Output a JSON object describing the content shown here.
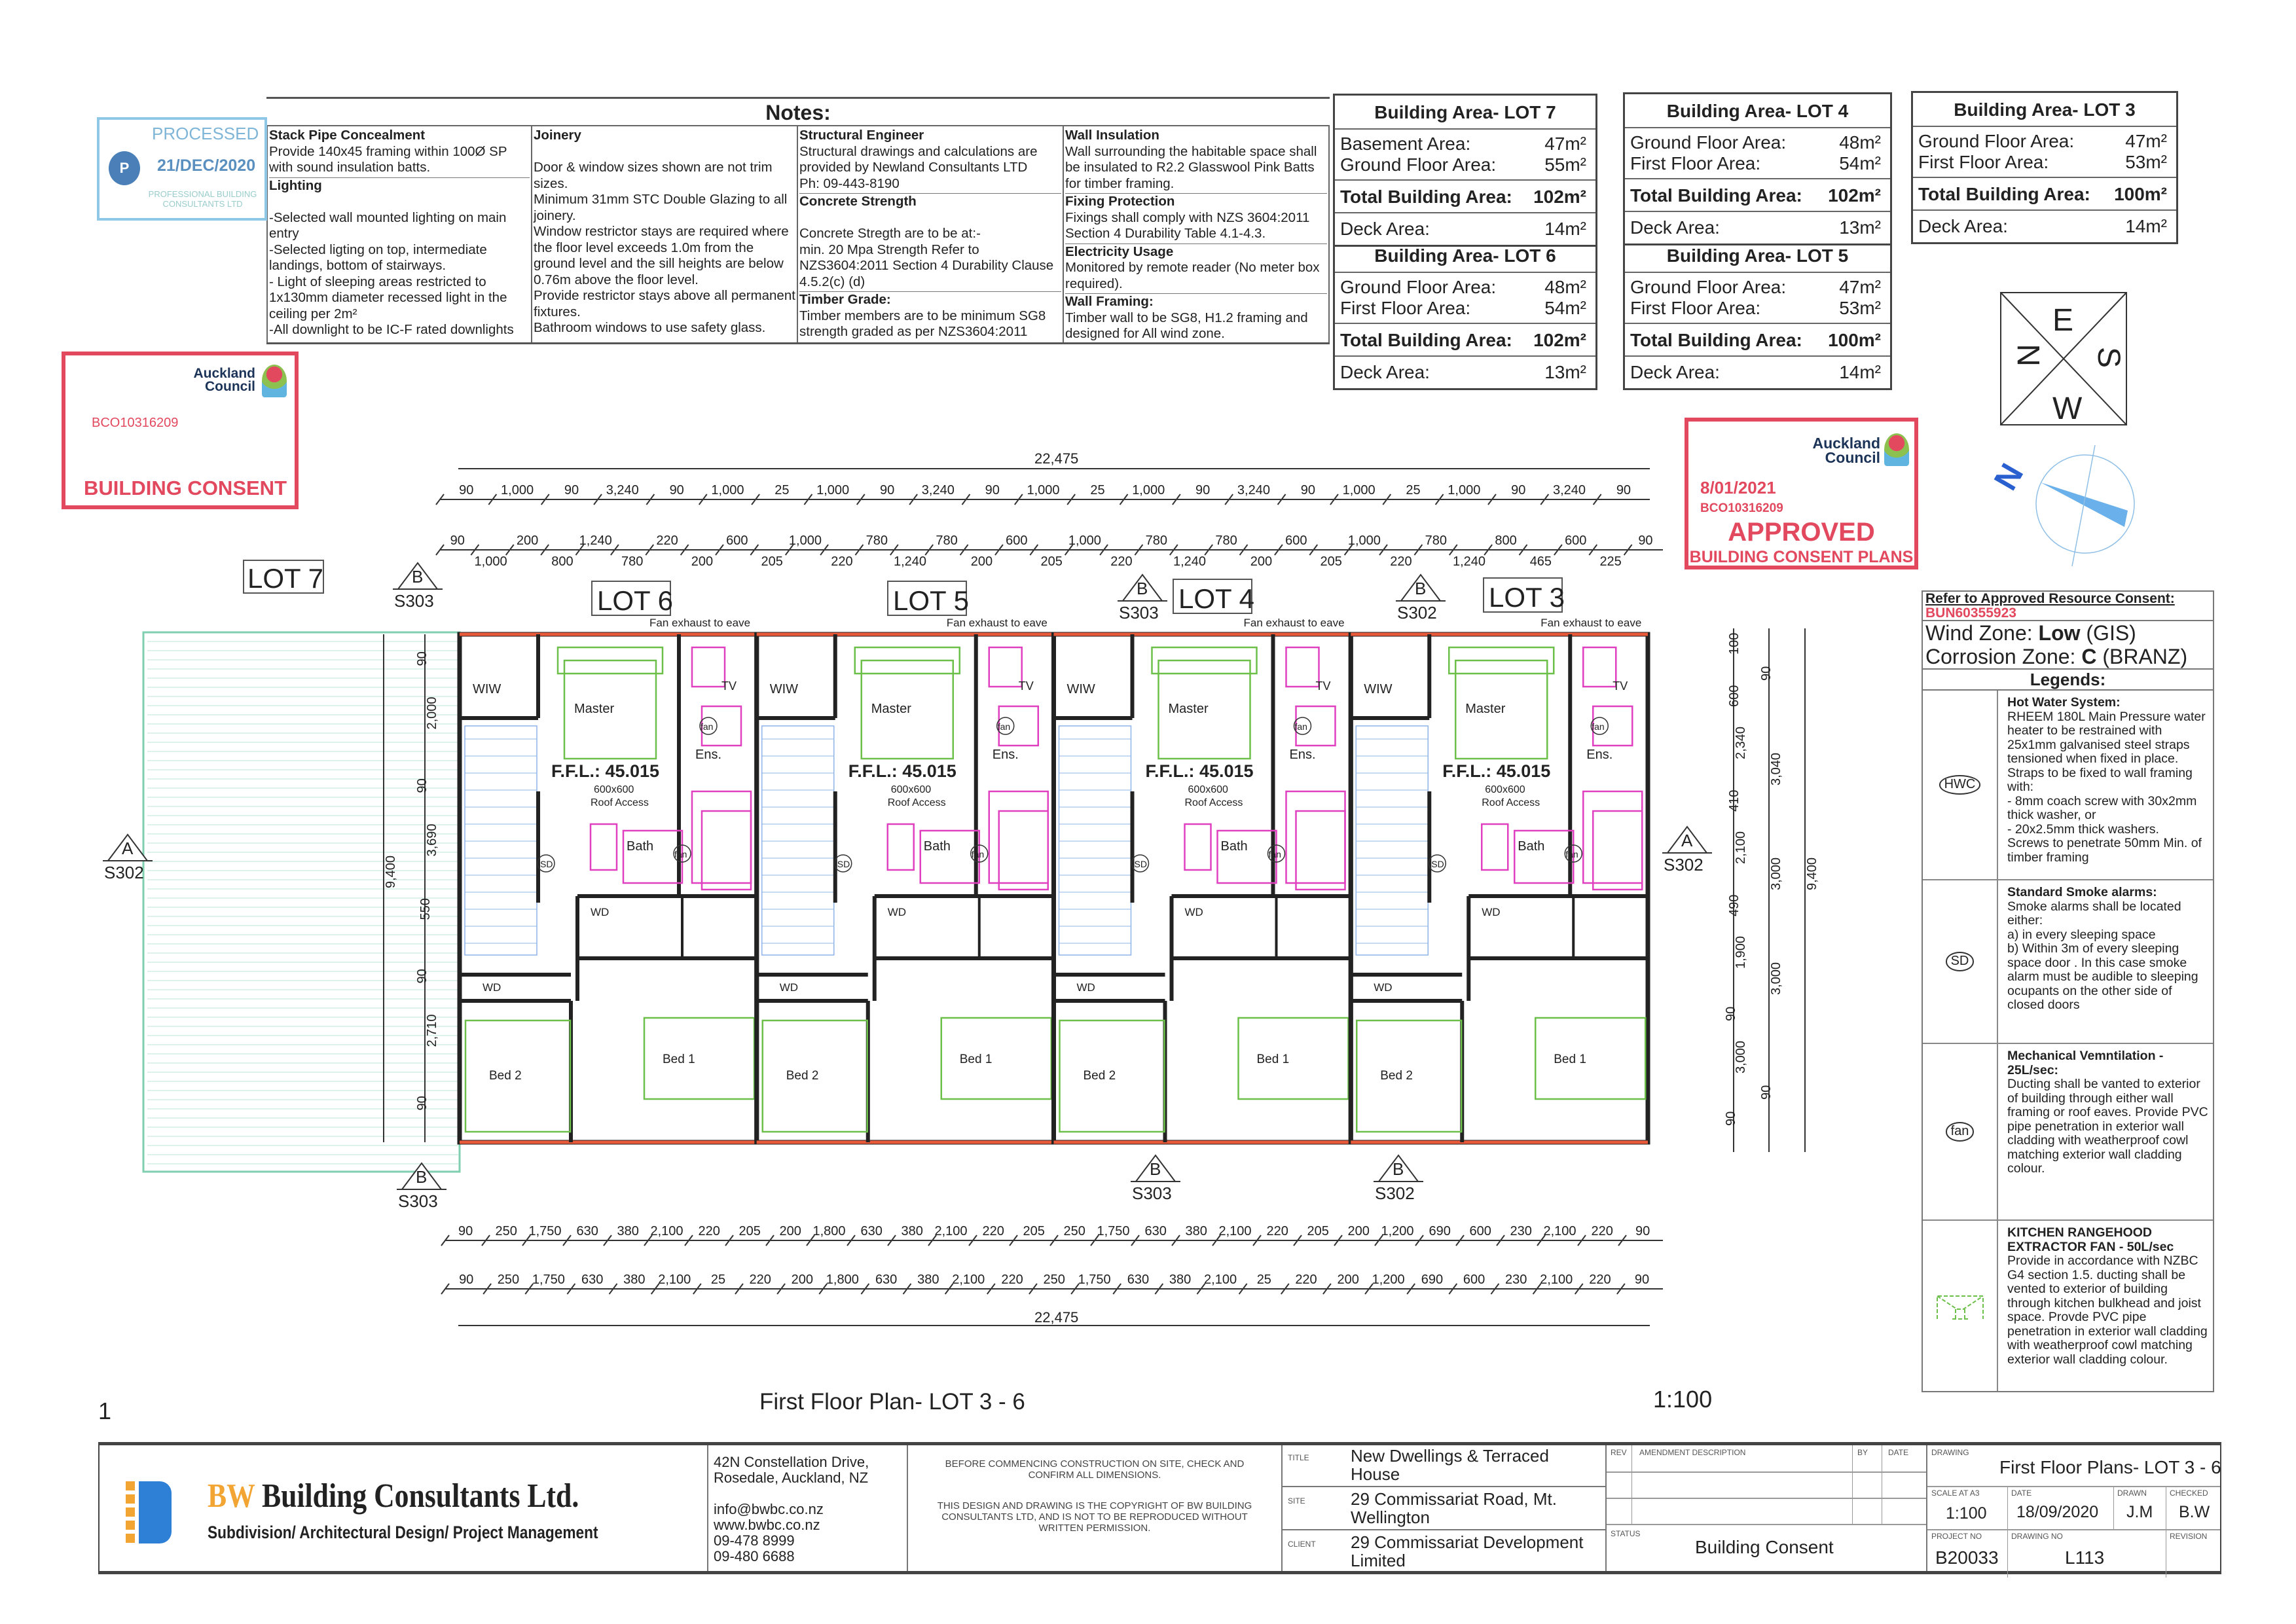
{
  "notes": {
    "title": "Notes:",
    "columns": [
      [
        {
          "heading": "Stack Pipe Concealment",
          "lines": [
            "Provide 140x45 framing within 100Ø SP with sound insulation batts."
          ]
        },
        {
          "heading": "Lighting",
          "lines": [
            "",
            "-Selected wall mounted lighting on main entry",
            "-Selected ligting on top, intermediate landings, bottom of stairways.",
            "- Light of sleeping areas restricted to 1x130mm diameter recessed light in the ceiling per 2m²",
            "-All downlight to be IC-F rated downlights"
          ]
        }
      ],
      [
        {
          "heading": "Joinery",
          "lines": [
            "",
            "Door & window sizes shown are not trim sizes.",
            "Minimum 31mm STC Double Glazing to all joinery.",
            "Window restrictor stays are required where the floor level exceeds 1.0m from the ground level and the sill heights are below 0.76m above the floor level.",
            "Provide restrictor stays above all permanent fixtures.",
            "Bathroom windows to use safety glass."
          ]
        }
      ],
      [
        {
          "heading": "Structural Engineer",
          "lines": [
            "Structural drawings and calculations are provided by Newland Consultants LTD",
            "Ph: 09-443-8190"
          ]
        },
        {
          "heading": "Concrete Strength",
          "lines": [
            "",
            "Concrete Stregth are to be at:-",
            "min. 20 Mpa Strength Refer to NZS3604:2011 Section 4 Durability Clause 4.5.2(c) (d)"
          ]
        },
        {
          "heading": "Timber Grade:",
          "lines": [
            "Timber members are to be minimum SG8 strength graded as per NZS3604:2011"
          ]
        }
      ],
      [
        {
          "heading": "Wall Insulation",
          "lines": [
            "Wall surrounding the habitable space shall be insulated to R2.2 Glasswool Pink Batts for timber framing."
          ]
        },
        {
          "heading": "Fixing Protection",
          "lines": [
            "Fixings shall comply with NZS 3604:2011 Section 4 Durability Table 4.1-4.3."
          ]
        },
        {
          "heading": "Electricity Usage",
          "lines": [
            "Monitored by remote reader (No meter box required)."
          ]
        },
        {
          "heading": "Wall Framing:",
          "lines": [
            "Timber wall to be SG8, H1.2 framing and designed for All wind zone."
          ]
        }
      ]
    ]
  },
  "stamps": {
    "processed": {
      "label": "PROCESSED",
      "date": "21/DEC/2020",
      "org": "PROFESSIONAL BUILDING CONSULTANTS LTD"
    },
    "consent": {
      "council": "Auckland Council",
      "number": "BCO10316209",
      "label": "BUILDING CONSENT"
    },
    "approved": {
      "council": "Auckland Council",
      "date": "8/01/2021",
      "number": "BCO10316209",
      "label": "APPROVED",
      "sub": "BUILDING CONSENT PLANS"
    }
  },
  "areas": [
    {
      "title": "Building Area- LOT 7",
      "rows": [
        {
          "label": "Basement Area:",
          "value": "47m²"
        },
        {
          "label": "Ground Floor Area:",
          "value": "55m²"
        }
      ],
      "total": {
        "label": "Total Building Area:",
        "value": "102m²"
      },
      "deck": {
        "label": "Deck Area:",
        "value": "14m²"
      }
    },
    {
      "title": "Building Area- LOT 6",
      "rows": [
        {
          "label": "Ground Floor Area:",
          "value": "48m²"
        },
        {
          "label": "First Floor Area:",
          "value": "54m²"
        }
      ],
      "total": {
        "label": "Total Building Area:",
        "value": "102m²"
      },
      "deck": {
        "label": "Deck Area:",
        "value": "13m²"
      }
    },
    {
      "title": "Building Area- LOT 4",
      "rows": [
        {
          "label": "Ground Floor Area:",
          "value": "48m²"
        },
        {
          "label": "First Floor Area:",
          "value": "54m²"
        }
      ],
      "total": {
        "label": "Total Building Area:",
        "value": "102m²"
      },
      "deck": {
        "label": "Deck Area:",
        "value": "13m²"
      }
    },
    {
      "title": "Building Area- LOT 5",
      "rows": [
        {
          "label": "Ground Floor Area:",
          "value": "47m²"
        },
        {
          "label": "First Floor Area:",
          "value": "53m²"
        }
      ],
      "total": {
        "label": "Total Building Area:",
        "value": "100m²"
      },
      "deck": {
        "label": "Deck Area:",
        "value": "14m²"
      }
    },
    {
      "title": "Building Area- LOT 3",
      "rows": [
        {
          "label": "Ground Floor Area:",
          "value": "47m²"
        },
        {
          "label": "First Floor Area:",
          "value": "53m²"
        }
      ],
      "total": {
        "label": "Total Building Area:",
        "value": "100m²"
      },
      "deck": {
        "label": "Deck Area:",
        "value": "14m²"
      }
    }
  ],
  "compass": {
    "e": "E",
    "n": "N",
    "s": "S",
    "w": "W",
    "north_arrow": "N"
  },
  "legend": {
    "ref_label": "Refer to Approved Resource Consent:",
    "ref_number": "BUN60355923",
    "wind_prefix": "Wind Zone: ",
    "wind_value": "Low",
    "wind_suffix": " (GIS)",
    "corr_prefix": "Corrosion Zone: ",
    "corr_value": "C",
    "corr_suffix": " (BRANZ)",
    "title": "Legends:",
    "items": [
      {
        "symbol": "HWC",
        "heading": "Hot Water System:",
        "text": "RHEEM 180L Main Pressure water heater to be restrained with 25x1mm galvanised steel straps tensioned when fixed in place. Straps to be fixed to wall framing with:\n- 8mm coach screw with 30x2mm thick washer, or\n- 20x2.5mm thick washers.\nScrews to penetrate 50mm Min. of timber framing"
      },
      {
        "symbol": "SD",
        "heading": "Standard Smoke alarms:",
        "text": "Smoke alarms shall be located either:\na) in every sleeping space\nb) Within 3m of every sleeping space door . In this case smoke alarm must be audible to sleeping ocupants on the other side of closed doors"
      },
      {
        "symbol": "fan",
        "heading": "Mechanical Vemntilation - 25L/sec:",
        "text": "Ducting shall be vanted to exterior of building through either wall framing or roof eaves. Provide PVC pipe penetration in exterior wall cladding with weatherproof cowl matching exterior wall cladding colour."
      },
      {
        "symbol": "rangehood",
        "heading": "KITCHEN RANGEHOOD EXTRACTOR FAN - 50L/sec",
        "text": "Provide in accordance with NZBC G4 section 1.5. ducting shall be vented to exterior of building through kitchen bulkhead and joist space. Provde PVC pipe penetration in exterior wall cladding with weatherproof cowl matching exterior wall cladding colour."
      }
    ]
  },
  "plan": {
    "lot7_label": "LOT 7",
    "lots": [
      "LOT 6",
      "LOT 5",
      "LOT 4",
      "LOT 3"
    ],
    "rooms": {
      "wiw": "WIW",
      "master": "Master",
      "tv": "TV",
      "fan": "fan",
      "ens": "Ens.",
      "ffl": "F.F.L.: 45.015",
      "hatch": "600x600",
      "roof": "Roof Access",
      "bath": "Bath",
      "sd": "SD",
      "wd": "WD",
      "bed1": "Bed 1",
      "bed2": "Bed 2",
      "exhaust": "Fan exhaust to eave"
    },
    "markers": [
      {
        "letter": "B",
        "ref": "S303"
      },
      {
        "letter": "B",
        "ref": "S303"
      },
      {
        "letter": "B",
        "ref": "S302"
      },
      {
        "letter": "A",
        "ref": "S302"
      },
      {
        "letter": "A",
        "ref": "S302"
      },
      {
        "letter": "B",
        "ref": "S303"
      },
      {
        "letter": "B",
        "ref": "S303"
      },
      {
        "letter": "B",
        "ref": "S302"
      }
    ],
    "overall": "22,475",
    "dims_top1": [
      "90",
      "1,000",
      "90",
      "3,240",
      "90",
      "1,000",
      "25",
      "1,000",
      "90",
      "3,240",
      "90",
      "1,000",
      "25",
      "1,000",
      "90",
      "3,240",
      "90",
      "1,000",
      "25",
      "1,000",
      "90",
      "3,240",
      "90"
    ],
    "dims_top2": [
      "90",
      "1,000",
      "200",
      "800",
      "1,240",
      "780",
      "220",
      "200",
      "600",
      "205",
      "1,000",
      "220",
      "780",
      "1,240",
      "780",
      "200",
      "600",
      "205",
      "1,000",
      "220",
      "780",
      "1,240",
      "780",
      "200",
      "600",
      "205",
      "1,000",
      "220",
      "780",
      "1,240",
      "800",
      "465",
      "600",
      "225",
      "90"
    ],
    "dims_bot1": [
      "90",
      "250",
      "1,750",
      "630",
      "380",
      "2,100",
      "220",
      "205",
      "200",
      "1,800",
      "630",
      "380",
      "2,100",
      "220",
      "205",
      "250",
      "1,750",
      "630",
      "380",
      "2,100",
      "220",
      "205",
      "200",
      "1,200",
      "690",
      "600",
      "230",
      "2,100",
      "220",
      "90"
    ],
    "dims_bot2": [
      "90",
      "250",
      "1,750",
      "630",
      "380",
      "2,100",
      "25",
      "220",
      "200",
      "1,800",
      "630",
      "380",
      "2,100",
      "220",
      "250",
      "1,750",
      "630",
      "380",
      "2,100",
      "25",
      "220",
      "200",
      "1,200",
      "690",
      "600",
      "230",
      "2,100",
      "220",
      "90"
    ],
    "dims_left": [
      "90",
      "2,000",
      "90",
      "3,690",
      "550",
      "90",
      "2,710",
      "90"
    ],
    "dims_left_total": "9,400",
    "dims_right1": [
      "100",
      "600",
      "2,340",
      "410",
      "2,100",
      "490",
      "1,900",
      "90",
      "3,000",
      "90"
    ],
    "dims_right2": [
      "90",
      "3,040",
      "3,000",
      "3,000",
      "90"
    ],
    "dims_right_total": "9,400"
  },
  "caption": {
    "sheet": "1",
    "title": "First Floor Plan- LOT 3 - 6",
    "scale": "1:100"
  },
  "title_block": {
    "company_bw": "BW",
    "company": " Building Consultants Ltd.",
    "tagline": "Subdivision/ Architectural Design/ Project Management",
    "address": [
      "42N Constellation Drive,",
      "Rosedale, Auckland, NZ",
      "",
      "info@bwbc.co.nz",
      "www.bwbc.co.nz",
      "09-478 8999",
      "09-480 6688"
    ],
    "notice1": "BEFORE COMMENCING CONSTRUCTION ON SITE, CHECK AND CONFIRM ALL DIMENSIONS.",
    "notice2": "THIS DESIGN AND DRAWING IS THE COPYRIGHT OF BW BUILDING CONSULTANTS LTD, AND IS NOT TO BE REPRODUCED WITHOUT WRITTEN PERMISSION.",
    "title_label": "TITLE",
    "title": "New Dwellings & Terraced House",
    "site_label": "SITE",
    "site": "29 Commissariat Road, Mt. Wellington",
    "client_label": "CLIENT",
    "client": "29 Commissariat Development Limited",
    "rev_label": "REV",
    "amend_label": "AMENDMENT DESCRIPTION",
    "by_label": "BY",
    "date_label": "DATE",
    "status_label": "STATUS",
    "status": "Building Consent",
    "drawing_label": "DRAWING",
    "drawing": "First Floor Plans- LOT 3 - 6",
    "scale_label": "SCALE AT A3",
    "scale": "1:100",
    "date2_label": "DATE",
    "date": "18/09/2020",
    "drawn_label": "DRAWN",
    "drawn": "J.M",
    "checked_label": "CHECKED",
    "checked": "B.W",
    "project_label": "PROJECT NO",
    "project": "B20033",
    "drawing_no_label": "DRAWING NO",
    "drawing_no": "L113",
    "revision_label": "REVISION"
  },
  "colors": {
    "stamp_red": "#e2485e",
    "wall": "#222222",
    "window": "#e85a3a",
    "furniture": "#6cc04a",
    "sanitary": "#e040c0",
    "stair": "#8fb4e8",
    "deck": "#7fcfb0",
    "bw_blue": "#2e7fd6",
    "bw_orange": "#f2a533"
  }
}
